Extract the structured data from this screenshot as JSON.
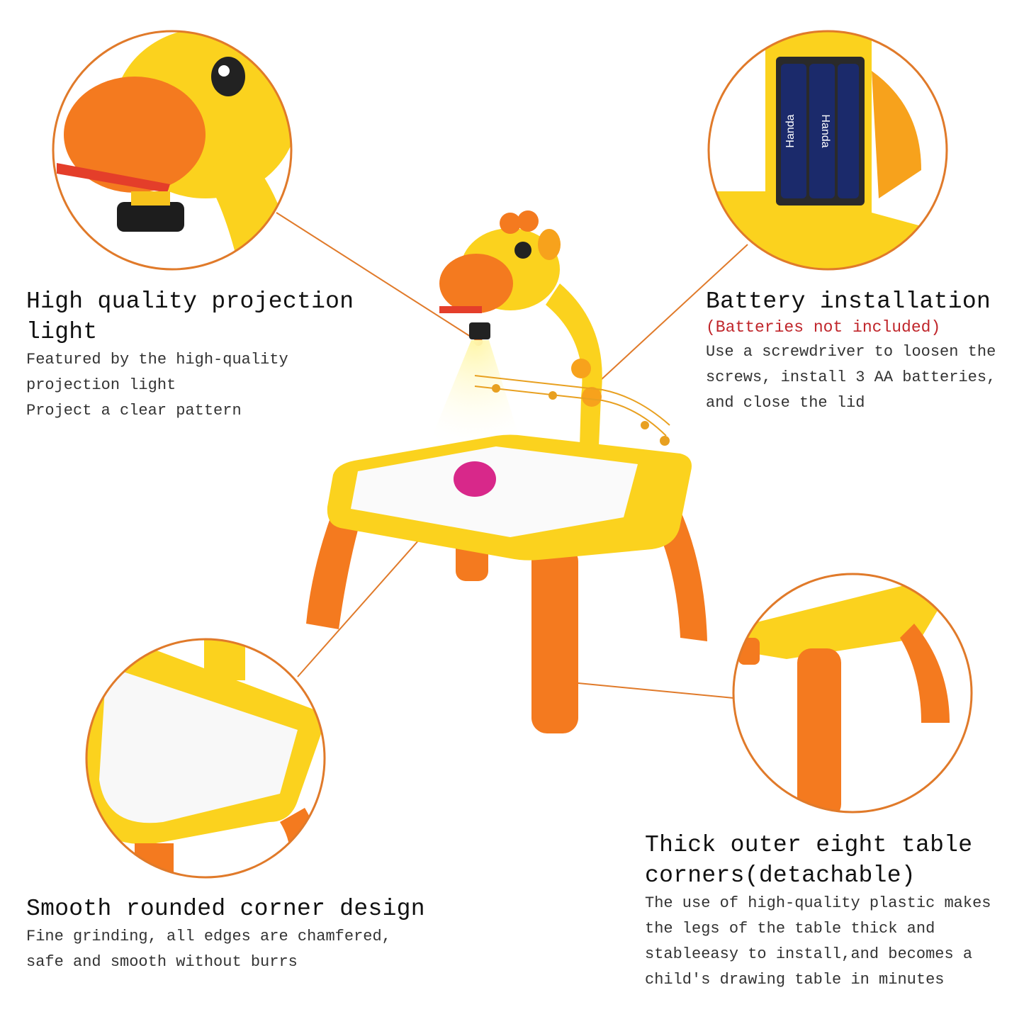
{
  "features": [
    {
      "title": [
        "High quality projection",
        "light"
      ],
      "lines": [
        "Featured by the high-quality",
        "projection light",
        "Project a clear pattern"
      ]
    },
    {
      "title": [
        "Battery installation"
      ],
      "note": "(Batteries not included)",
      "lines": [
        "Use a screwdriver to loosen the",
        "screws, install 3 AA batteries,",
        "and close the lid"
      ]
    },
    {
      "title": [
        "Smooth rounded corner design"
      ],
      "lines": [
        "Fine grinding, all edges are chamfered,",
        "safe and smooth without burrs"
      ]
    },
    {
      "title": [
        "Thick outer eight table",
        "corners(detachable)"
      ],
      "lines": [
        "The use of high-quality plastic makes",
        "the legs of the table thick and",
        "stableeasy to install,and becomes a",
        "child's drawing table in minutes"
      ]
    }
  ],
  "battery_brand": "Handa",
  "colors": {
    "accent_line": "#e07a2a",
    "yellow": "#fbd21e",
    "orange": "#f47a1f",
    "note_red": "#c0262b"
  }
}
